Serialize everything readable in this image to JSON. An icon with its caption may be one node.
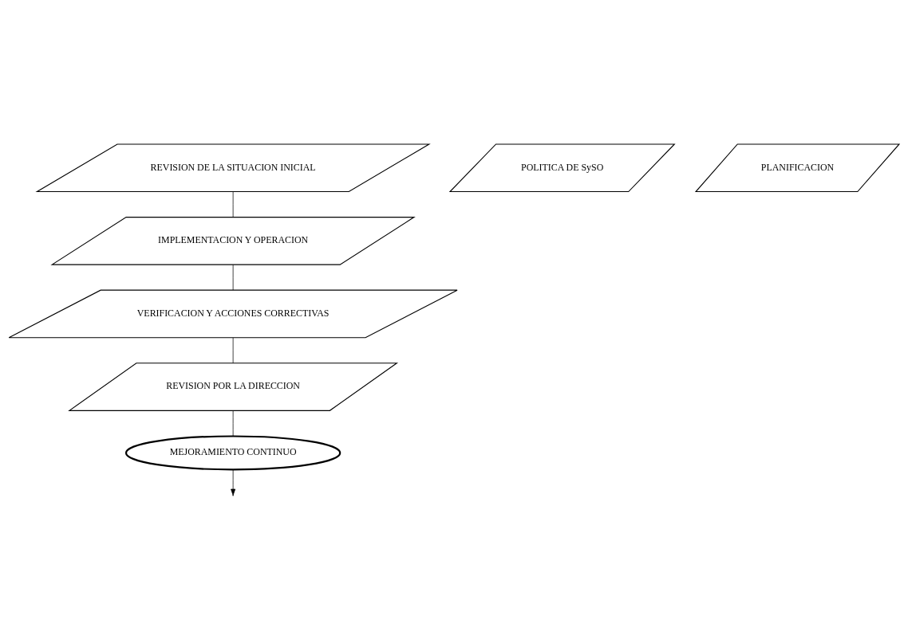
{
  "diagram": {
    "nodes": [
      {
        "text": [
          "MEJORAMIENTO CONTINUO"
        ]
      },
      {
        "text": [
          "REVISION DE LA SITUACION INICIAL"
        ]
      },
      {
        "text": [
          "POLITICA DE SySO"
        ]
      },
      {
        "text": [
          "PLANIFICACION"
        ]
      },
      {
        "text": [
          "IMPLEMENTACION Y OPERACION"
        ]
      },
      {
        "text": [
          "VERIFICACION Y ACCIONES CORRECTIVAS"
        ]
      },
      {
        "text": [
          "REVISION POR LA DIRECCION"
        ]
      }
    ],
    "edges": [
      {
        "from": 1,
        "to": 4,
        "arrow": "none"
      },
      {
        "from": 4,
        "to": 5,
        "arrow": "none"
      },
      {
        "from": 5,
        "to": 6,
        "arrow": "none"
      },
      {
        "from": 6,
        "to": 0,
        "arrow": "none"
      },
      {
        "from": 0,
        "to": null,
        "arrow": "to"
      }
    ]
  }
}
